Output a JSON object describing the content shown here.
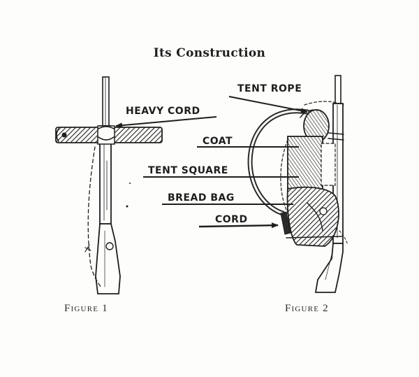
{
  "title": "Its Construction",
  "figure1": {
    "caption": "Figure 1",
    "labels": {
      "heavy_cord": "HEAVY CORD"
    }
  },
  "figure2": {
    "caption": "Figure 2",
    "labels": {
      "tent_rope": "TENT ROPE",
      "coat": "COAT",
      "tent_square": "TENT SQUARE",
      "bread_bag": "BREAD BAG",
      "cord": "CORD"
    }
  },
  "colors": {
    "ink": "#1e1e1e",
    "paper": "#fdfdfb"
  }
}
